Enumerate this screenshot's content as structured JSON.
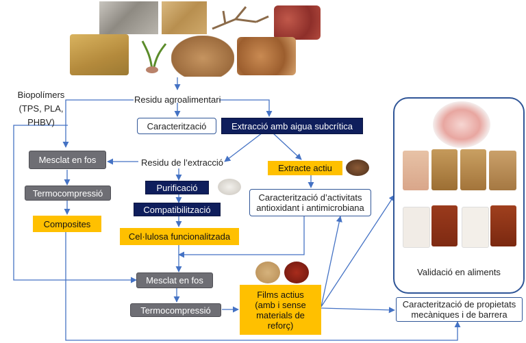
{
  "colors": {
    "arrow": "#4472c4",
    "navy": "#0f1e5c",
    "grey": "#6e6e74",
    "yellow": "#ffc000",
    "outline": "#2f5597"
  },
  "nodes": {
    "biopolimers_l1": "Biopolímers",
    "biopolimers_l2": "(TPS, PLA,",
    "biopolimers_l3": "PHBV)",
    "residu": "Residu agroalimentari",
    "caracteritzacio": "Caracterització",
    "extraccio": "Extracció amb aigua subcrítica",
    "residu_extraccio": "Residu de l’extracció",
    "mesclat_1": "Mesclat en fos",
    "termo_1": "Termocompressió",
    "composites": "Composites",
    "purificacio": "Purificació",
    "compatibilitzacio": "Compatibilització",
    "celulosa": "Cel·lulosa funcionalitzada",
    "extracte": "Extracte actiu",
    "caract_activitats_l1": "Caracterització d’activitats",
    "caract_activitats_l2": "antioxidant i antimicrobiana",
    "mesclat_2": "Mesclat en fos",
    "termo_2": "Termocompressió",
    "films_l1": "Films actius",
    "films_l2": "(amb i sense",
    "films_l3": "materials de",
    "films_l4": "reforç)",
    "validacio": "Validació en aliments",
    "caract_propietats_l1": "Caracterització de propietats",
    "caract_propietats_l2": "mecàniques i de barrera"
  }
}
